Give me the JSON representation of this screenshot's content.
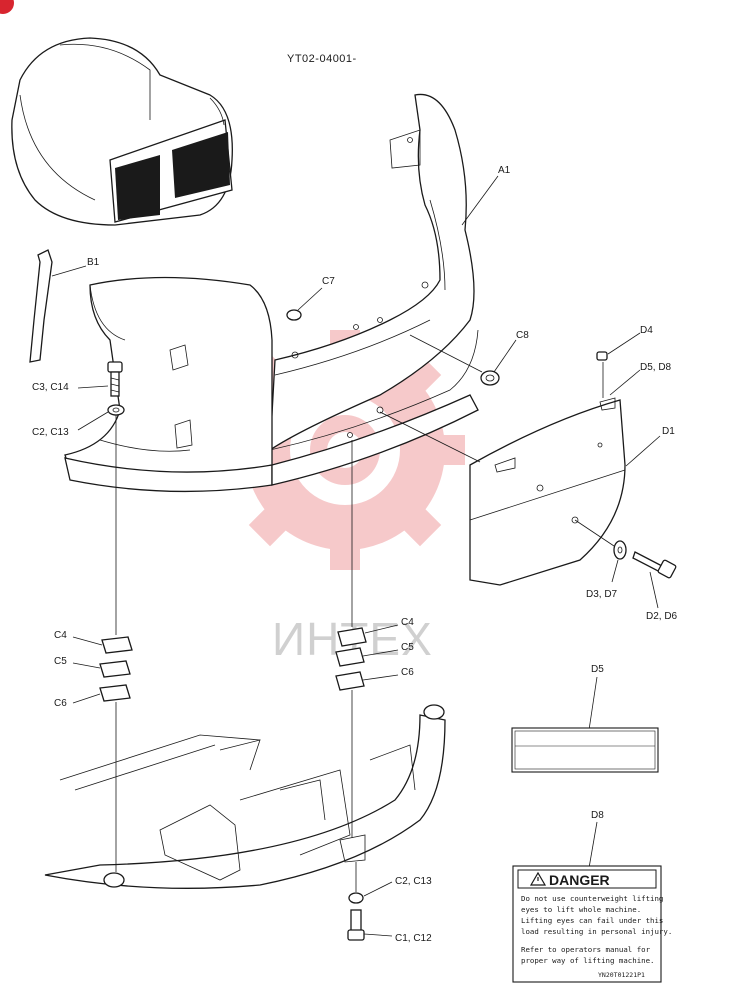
{
  "diagram_code": "YT02-04001-",
  "watermark_text": "ИНТЕХ",
  "labels": {
    "A1": "A1",
    "B1": "B1",
    "C7": "C7",
    "C8": "C8",
    "C3_C14": "C3, C14",
    "C2_C13_top": "C2, C13",
    "D4": "D4",
    "D5_D8": "D5, D8",
    "D1": "D1",
    "D3_D7": "D3, D7",
    "D2_D6": "D2, D6",
    "C4_left": "C4",
    "C5_left": "C5",
    "C6_left": "C6",
    "C4_right": "C4",
    "C5_right": "C5",
    "C6_right": "C6",
    "D5_label": "D5",
    "D8_label": "D8",
    "C2_C13_bottom": "C2, C13",
    "C1_C12": "C1, C12"
  },
  "danger_label": {
    "title": "DANGER",
    "lines": [
      "Do not use counterweight lifting",
      "eyes to lift whole machine.",
      "Lifting eyes can fail under this",
      "load resulting in personal injury.",
      "Refer to operators manual for",
      "proper way of lifting machine."
    ],
    "part_number": "YN20T01221P1"
  },
  "colors": {
    "line": "#1a1a1a",
    "watermark": "#f3b7b9",
    "corner_badge": "#d8252f"
  }
}
